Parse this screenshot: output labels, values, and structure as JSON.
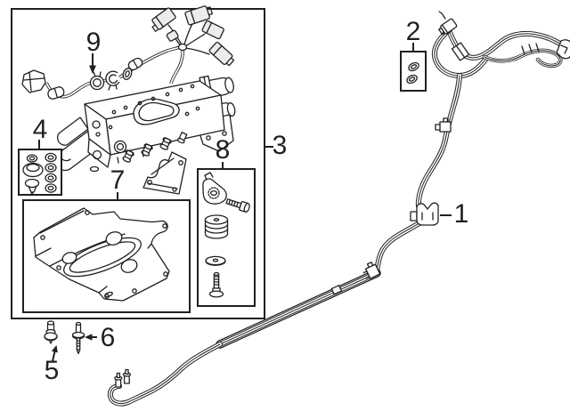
{
  "colors": {
    "background": "#ffffff",
    "line": "#231f20"
  },
  "callouts": [
    {
      "number": "1"
    },
    {
      "number": "2"
    },
    {
      "number": "3"
    },
    {
      "number": "4"
    },
    {
      "number": "5"
    },
    {
      "number": "6"
    },
    {
      "number": "7"
    },
    {
      "number": "8"
    },
    {
      "number": "9"
    }
  ]
}
